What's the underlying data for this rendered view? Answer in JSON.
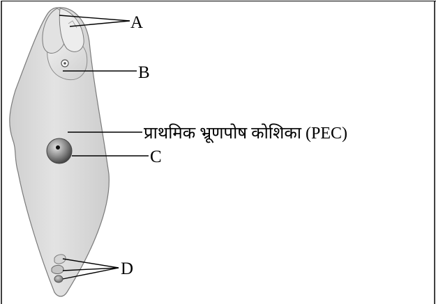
{
  "labels": {
    "a": "A",
    "b": "B",
    "c": "C",
    "d": "D",
    "pec": "प्राथमिक भ्रूणपोष कोशिका (PEC)"
  },
  "colors": {
    "sac_fill_light": "#ececec",
    "sac_fill_dark": "#c8c8c8",
    "outline": "#707070",
    "nucleus_light": "#d8d8d8",
    "nucleus_dark": "#3a3a3a",
    "text": "#000000"
  }
}
